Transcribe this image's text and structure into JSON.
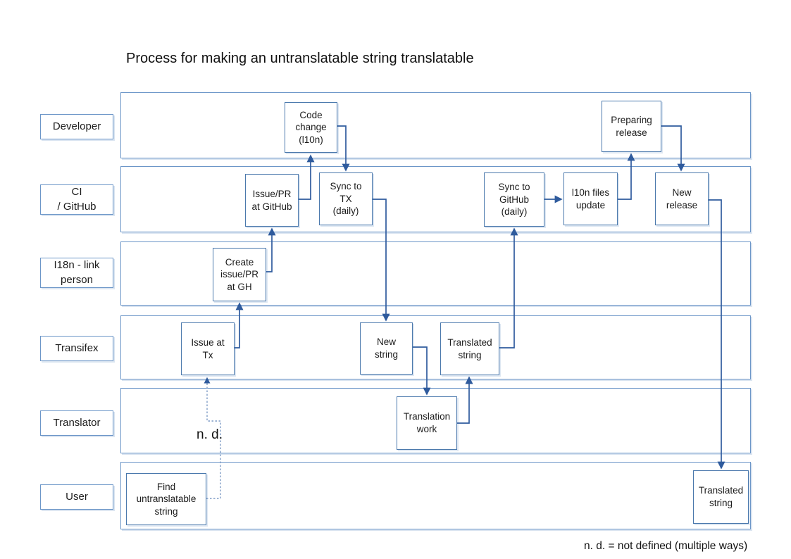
{
  "title": "Process for making an untranslatable string translatable",
  "footnote": "n. d. = not defined (multiple ways)",
  "nd_label": "n. d.",
  "lanes": [
    {
      "label": "Developer"
    },
    {
      "label": "CI\n/ GitHub"
    },
    {
      "label": "I18n - link\nperson"
    },
    {
      "label": "Transifex"
    },
    {
      "label": "Translator"
    },
    {
      "label": "User"
    }
  ],
  "boxes": {
    "code_change": "Code\nchange\n(l10n)",
    "preparing_release": "Preparing\nrelease",
    "issue_pr_github": "Issue/PR\nat GitHub",
    "sync_tx": "Sync to\nTX\n(daily)",
    "sync_github": "Sync to\nGitHub\n(daily)",
    "l10n_files_update": "l10n files\nupdate",
    "new_release": "New\nrelease",
    "create_issue_pr": "Create\nissue/PR\nat GH",
    "issue_at_tx": "Issue at\nTx",
    "new_string": "New\nstring",
    "translated_string_tx": "Translated\nstring",
    "translation_work": "Translation\nwork",
    "find_untranslatable": "Find\nuntranslatable\nstring",
    "translated_string_user": "Translated\nstring"
  },
  "colors": {
    "lane_border": "#6c96c8",
    "box_border": "#4a78ac",
    "arrow": "#2f5b9d",
    "dotted_line": "#7f9cc6",
    "text": "#111111"
  }
}
